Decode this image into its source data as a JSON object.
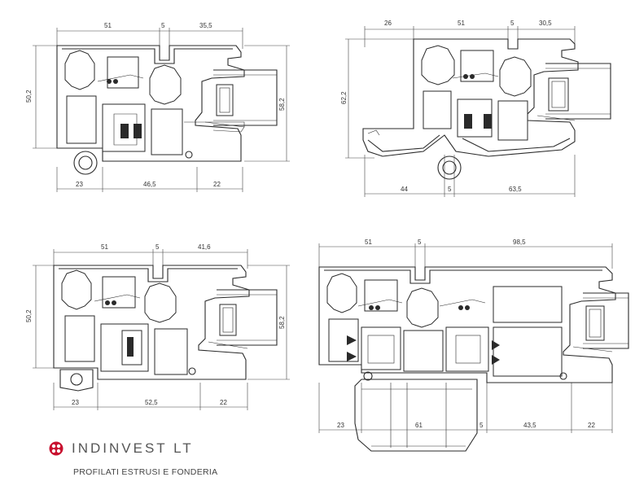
{
  "brand": {
    "name": "INDINVEST LT",
    "tagline": "PROFILATI ESTRUSI E FONDERIA",
    "logo_colors": [
      "#c8102e",
      "#b0b0b0"
    ]
  },
  "sections": [
    {
      "id": "top-left",
      "top_dims": [
        "51",
        "5",
        "35,5"
      ],
      "bottom_dims": [
        "23",
        "46,5",
        "22"
      ],
      "left_dim": "50,2",
      "right_dim": "58,2"
    },
    {
      "id": "top-right",
      "top_dims": [
        "26",
        "51",
        "5",
        "30,5"
      ],
      "bottom_dims": [
        "44",
        "5",
        "63,5"
      ],
      "left_dim": "62,2"
    },
    {
      "id": "bottom-left",
      "top_dims": [
        "51",
        "5",
        "41,6"
      ],
      "bottom_dims": [
        "23",
        "52,5",
        "22"
      ],
      "left_dim": "50,2",
      "right_dim": "58,2"
    },
    {
      "id": "bottom-right",
      "top_dims": [
        "51",
        "5",
        "98,5"
      ],
      "bottom_dims": [
        "23",
        "61",
        "5",
        "43,5",
        "22"
      ]
    }
  ]
}
